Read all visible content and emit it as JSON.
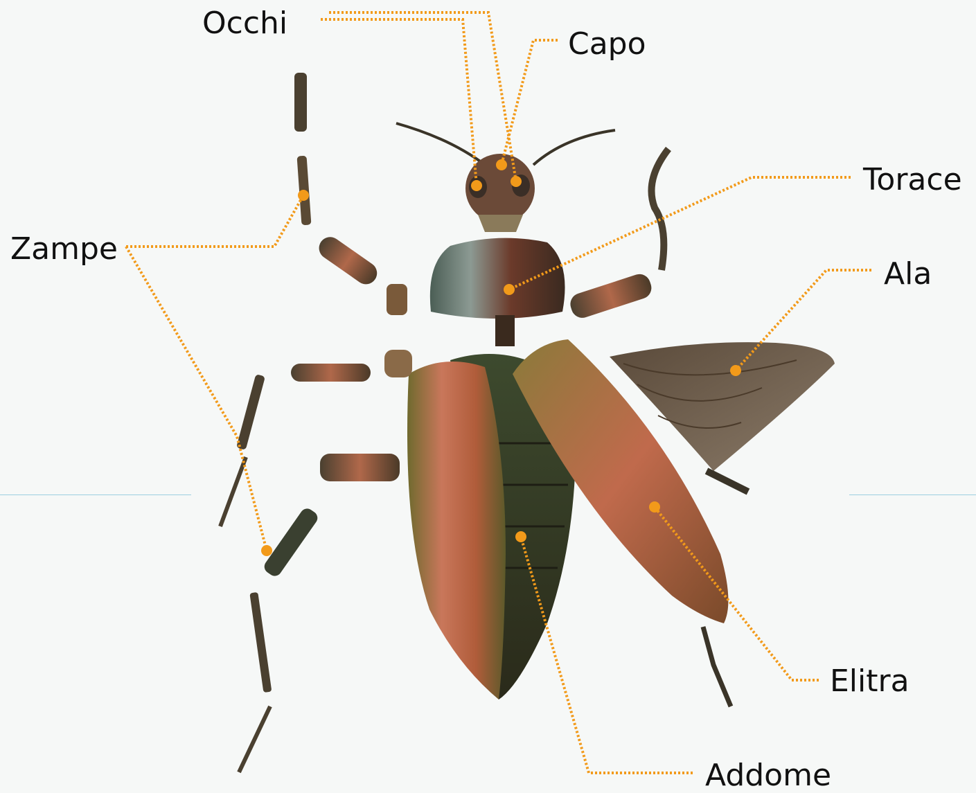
{
  "labels": {
    "occhi": "Occhi",
    "capo": "Capo",
    "torace": "Torace",
    "zampe": "Zampe",
    "ala": "Ala",
    "elitra": "Elitra",
    "addome": "Addome"
  },
  "colors": {
    "leader": "#f29a1a",
    "background": "#f6f8f7",
    "guide_line": "#9ccfe0"
  }
}
